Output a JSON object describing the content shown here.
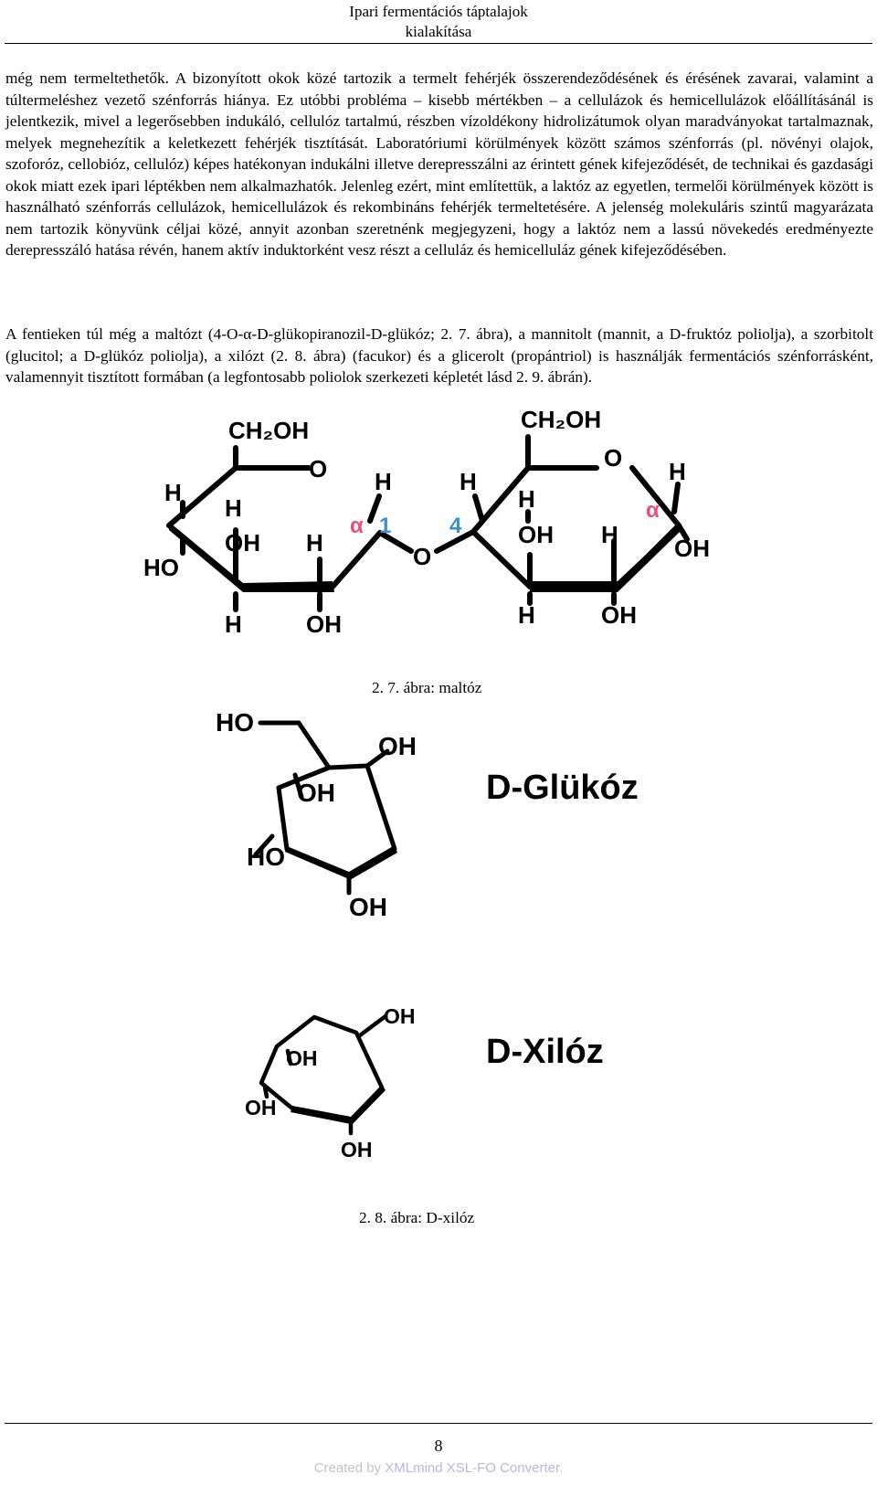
{
  "header": {
    "title_line1": "Ipari fermentációs táptalajok",
    "title_line2": "kialakítása"
  },
  "paragraph1": "még nem termeltethetők. A bizonyított okok közé tartozik a termelt fehérjék összerendeződésének és érésének zavarai, valamint a túltermeléshez vezető szénforrás hiánya. Ez utóbbi probléma – kisebb mértékben – a cellulázok és hemicellulázok előállításánál is jelentkezik, mivel a legerősebben indukáló, cellulóz tartalmú, részben vízoldékony hidrolizátumok olyan maradványokat tartalmaznak, melyek megnehezítik a keletkezett fehérjék tisztítását. Laboratóriumi körülmények között számos szénforrás (pl. növényi olajok, szoforóz, cellobióz, cellulóz) képes hatékonyan indukálni illetve derepresszálni az érintett gének kifejeződését, de technikai és gazdasági okok miatt ezek ipari léptékben nem alkalmazhatók. Jelenleg ezért, mint említettük, a laktóz az egyetlen, termelői körülmények között is használható szénforrás cellulázok, hemicellulázok és rekombináns fehérjék termeltetésére. A jelenség molekuláris szintű magyarázata nem tartozik könyvünk céljai közé, annyit azonban szeretnénk megjegyzeni, hogy a laktóz nem a lassú növekedés eredményezte derepresszáló hatása révén, hanem aktív induktorként vesz részt a celluláz és hemicelluláz gének kifejeződésében.",
  "paragraph2": "A fentieken túl még a maltózt (4-O-α-D-glükopiranozil-D-glükóz; 2. 7. ábra), a mannitolt (mannit, a D-fruktóz poliolja), a szorbitolt (glucitol; a D-glükóz poliolja), a xilózt (2. 8. ábra) (facukor) és a glicerolt (propántriol) is használják fermentációs szénforrásként, valamennyit tisztított formában (a legfontosabb poliolok szerkezeti képletét lásd 2. 9. ábrán).",
  "figure_maltose": {
    "caption": "2. 7. ábra: maltóz",
    "labels": {
      "ch2oh": "CH₂OH",
      "o": "O",
      "h": "H",
      "ho": "HO",
      "oh": "OH",
      "alpha": "α",
      "pos1": "1",
      "pos4": "4"
    },
    "colors": {
      "alpha": "#e8507a",
      "position": "#3e8fc8"
    }
  },
  "figure_glucose": {
    "name": "D-Glükóz",
    "labels": {
      "ho": "HO",
      "oh": "OH"
    }
  },
  "figure_xylose": {
    "name": "D-Xilóz",
    "labels": {
      "oh": "OH"
    },
    "caption": "2. 8. ábra: D-xilóz"
  },
  "footer": {
    "page_number": "8",
    "credit_prefix": "Created by ",
    "credit_link": "XMLmind XSL-FO Converter",
    "credit_suffix": "."
  }
}
